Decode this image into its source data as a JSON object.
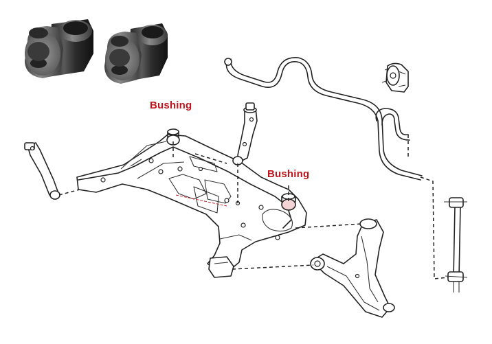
{
  "labels": [
    {
      "id": "bushing-label-1",
      "text": "Bushing"
    },
    {
      "id": "bushing-label-2",
      "text": "Bushing"
    }
  ],
  "colors": {
    "label": "#c0141c",
    "line": "#222222",
    "bushing_outer": "#3a3a3a",
    "bushing_rubber": "#6b6b6b",
    "background": "#ffffff"
  },
  "components": [
    "subframe",
    "sway-bar",
    "sway-bar-bushing",
    "sway-bar-end-link",
    "lower-control-arm",
    "rear-mount-bracket",
    "steering-link",
    "tie-rod"
  ]
}
